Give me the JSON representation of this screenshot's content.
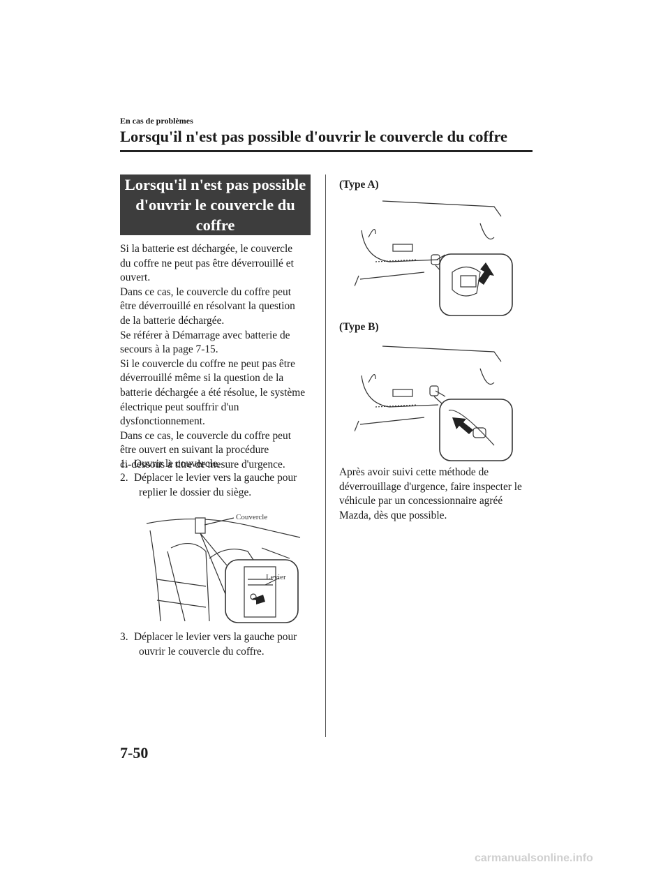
{
  "header": {
    "section": "En cas de problèmes",
    "title": "Lorsqu'il n'est pas possible d'ouvrir le couvercle du coffre"
  },
  "heading_box": {
    "lines": [
      "Lorsqu'il n'est pas possible",
      "d'ouvrir le couvercle du",
      "coffre"
    ]
  },
  "left_paragraphs": [
    "Si la batterie est déchargée, le couvercle",
    "du coffre ne peut pas être déverrouillé et",
    "ouvert.",
    "Dans ce cas, le couvercle du coffre peut",
    "être déverrouillé en résolvant la question",
    "de la batterie déchargée.",
    "Se référer à Démarrage avec batterie de",
    "secours à la page 7-15.",
    "Si le couvercle du coffre ne peut pas être",
    "déverrouillé même si la question de la",
    "batterie déchargée a été résolue, le système",
    "électrique peut souffrir d'un",
    "dysfonctionnement.",
    "Dans ce cas, le couvercle du coffre peut",
    "être ouvert en suivant la procédure",
    "ci-dessous à titre de mesure d'urgence."
  ],
  "steps": [
    {
      "num": "1.",
      "line1": "Ouvrir le couvercle.",
      "line2": ""
    },
    {
      "num": "2.",
      "line1": "Déplacer le levier vers la gauche pour",
      "line2": "replier le dossier du siège."
    },
    {
      "num": "3.",
      "line1": "Déplacer le levier vers la gauche pour",
      "line2": "ouvrir le couvercle du coffre."
    }
  ],
  "figure_labels": {
    "cover": "Couvercle",
    "lever": "Levier",
    "type_a": "(Type A)",
    "type_b": "(Type B)"
  },
  "right_paragraph": [
    "Après avoir suivi cette méthode de",
    "déverrouillage d'urgence, faire inspecter le",
    "véhicule par un concessionnaire agréé",
    "Mazda, dès que possible."
  ],
  "page_number": "7-50",
  "watermark": "carmanualsonline.info"
}
